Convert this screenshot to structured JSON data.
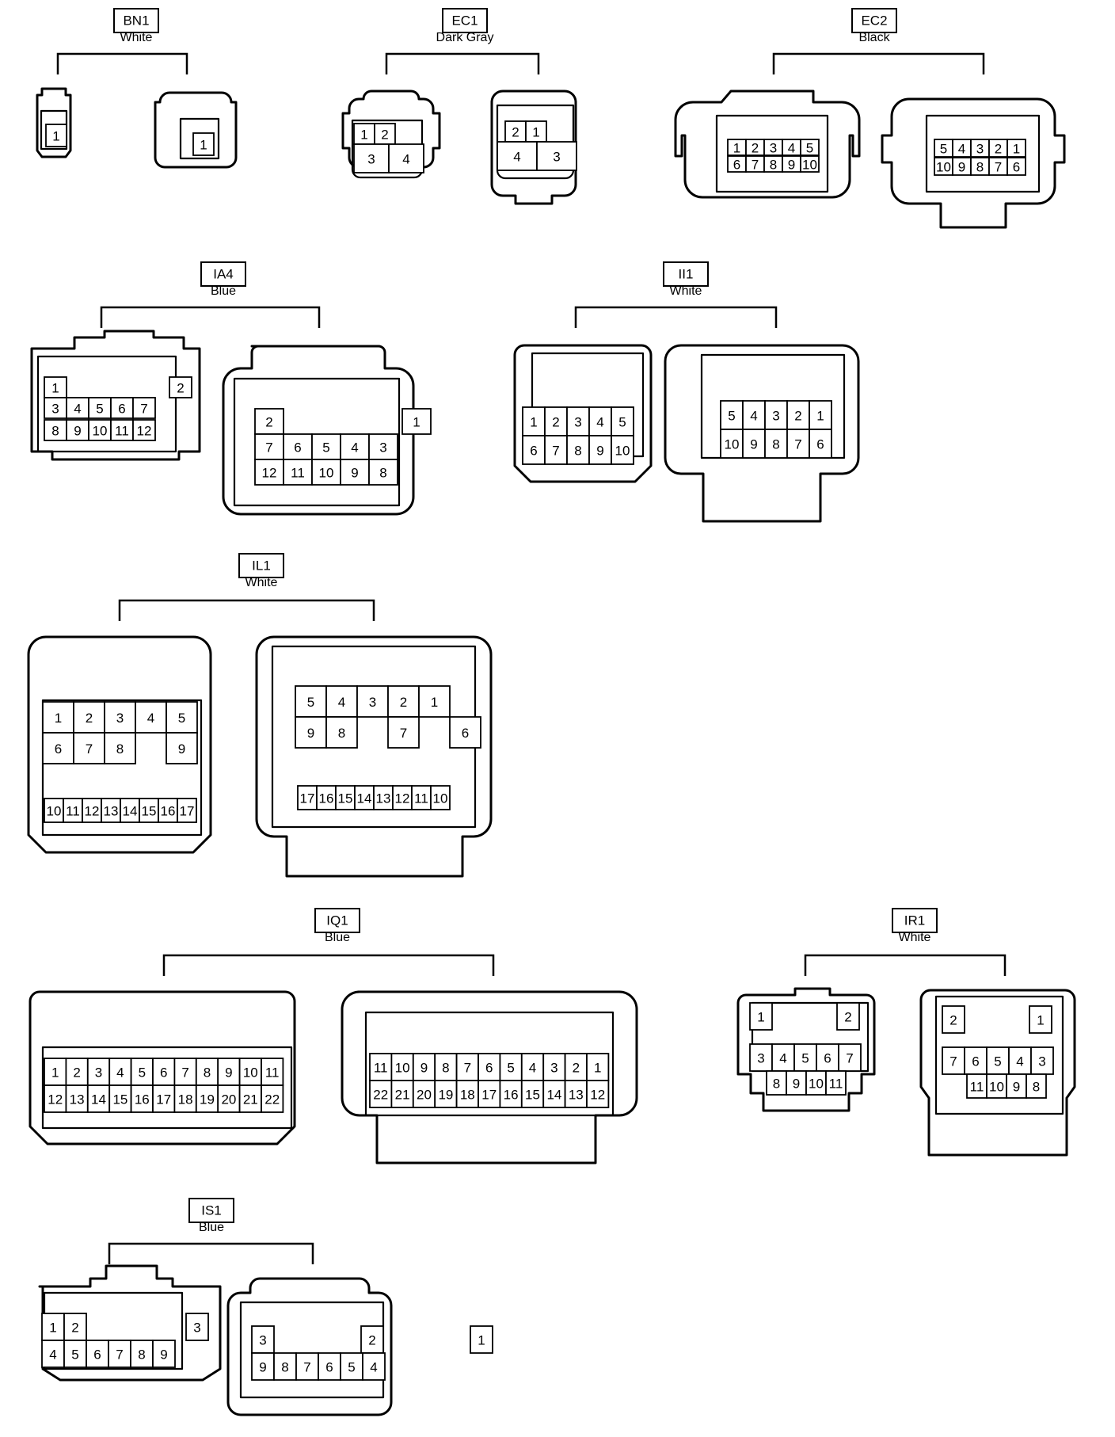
{
  "connectors": [
    {
      "id": "BN1",
      "color": "White",
      "views": [
        {
          "rows": [
            [
              "1"
            ]
          ]
        },
        {
          "rows": [
            [
              "1"
            ]
          ]
        }
      ]
    },
    {
      "id": "EC1",
      "color": "Dark Gray",
      "views": [
        {
          "rows": [
            [
              "1",
              "2"
            ],
            [
              "3",
              "4"
            ]
          ]
        },
        {
          "rows": [
            [
              "2",
              "1"
            ],
            [
              "4",
              "3"
            ]
          ]
        }
      ]
    },
    {
      "id": "EC2",
      "color": "Black",
      "views": [
        {
          "rows": [
            [
              "1",
              "2",
              "3",
              "4",
              "5"
            ],
            [
              "6",
              "7",
              "8",
              "9",
              "10"
            ]
          ]
        },
        {
          "rows": [
            [
              "5",
              "4",
              "3",
              "2",
              "1"
            ],
            [
              "10",
              "9",
              "8",
              "7",
              "6"
            ]
          ]
        }
      ]
    },
    {
      "id": "IA4",
      "color": "Blue",
      "views": [
        {
          "rows": [
            [
              "1",
              "2"
            ],
            [
              "3",
              "4",
              "5",
              "6",
              "7"
            ],
            [
              "8",
              "9",
              "10",
              "11",
              "12"
            ]
          ]
        },
        {
          "rows": [
            [
              "2",
              "1"
            ],
            [
              "7",
              "6",
              "5",
              "4",
              "3"
            ],
            [
              "12",
              "11",
              "10",
              "9",
              "8"
            ]
          ]
        }
      ]
    },
    {
      "id": "II1",
      "color": "White",
      "views": [
        {
          "rows": [
            [
              "1",
              "2",
              "3",
              "4",
              "5"
            ],
            [
              "6",
              "7",
              "8",
              "9",
              "10"
            ]
          ]
        },
        {
          "rows": [
            [
              "5",
              "4",
              "3",
              "2",
              "1"
            ],
            [
              "10",
              "9",
              "8",
              "7",
              "6"
            ]
          ]
        }
      ]
    },
    {
      "id": "IL1",
      "color": "White",
      "views": [
        {
          "rows": [
            [
              "1",
              "2",
              "3",
              "4",
              "5"
            ],
            [
              "6",
              "7",
              "8",
              "9"
            ],
            [
              "10",
              "11",
              "12",
              "13",
              "14",
              "15",
              "16",
              "17"
            ]
          ]
        },
        {
          "rows": [
            [
              "5",
              "4",
              "3",
              "2",
              "1"
            ],
            [
              "9",
              "8",
              "7",
              "6"
            ],
            [
              "17",
              "16",
              "15",
              "14",
              "13",
              "12",
              "11",
              "10"
            ]
          ]
        }
      ]
    },
    {
      "id": "IQ1",
      "color": "Blue",
      "views": [
        {
          "rows": [
            [
              "1",
              "2",
              "3",
              "4",
              "5",
              "6",
              "7",
              "8",
              "9",
              "10",
              "11"
            ],
            [
              "12",
              "13",
              "14",
              "15",
              "16",
              "17",
              "18",
              "19",
              "20",
              "21",
              "22"
            ]
          ]
        },
        {
          "rows": [
            [
              "11",
              "10",
              "9",
              "8",
              "7",
              "6",
              "5",
              "4",
              "3",
              "2",
              "1"
            ],
            [
              "22",
              "21",
              "20",
              "19",
              "18",
              "17",
              "16",
              "15",
              "14",
              "13",
              "12"
            ]
          ]
        }
      ]
    },
    {
      "id": "IR1",
      "color": "White",
      "views": [
        {
          "rows": [
            [
              "1",
              "2"
            ],
            [
              "3",
              "4",
              "5",
              "6",
              "7"
            ],
            [
              "8",
              "9",
              "10",
              "11"
            ]
          ]
        },
        {
          "rows": [
            [
              "2",
              "1"
            ],
            [
              "7",
              "6",
              "5",
              "4",
              "3"
            ],
            [
              "11",
              "10",
              "9",
              "8"
            ]
          ]
        }
      ]
    },
    {
      "id": "IS1",
      "color": "Blue",
      "views": [
        {
          "rows": [
            [
              "1",
              "2",
              "3"
            ],
            [
              "4",
              "5",
              "6",
              "7",
              "8",
              "9"
            ]
          ]
        },
        {
          "rows": [
            [
              "3",
              "2",
              "1"
            ],
            [
              "9",
              "8",
              "7",
              "6",
              "5",
              "4"
            ]
          ]
        }
      ]
    }
  ]
}
